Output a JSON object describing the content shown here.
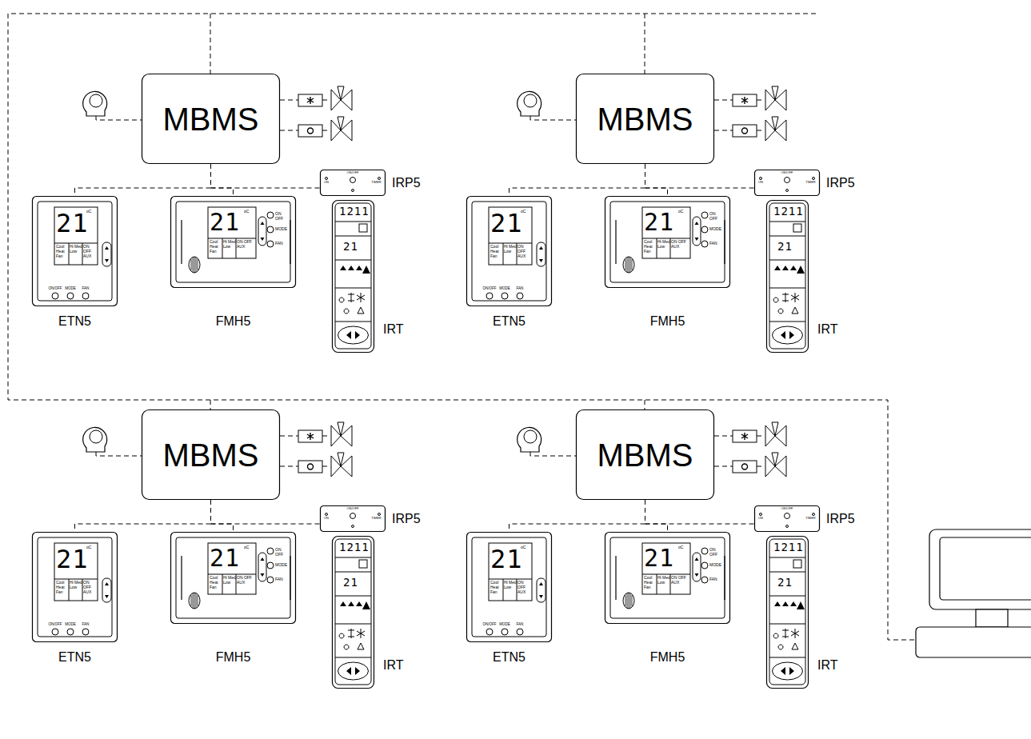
{
  "diagram": {
    "nodes": [
      {
        "text": [
          "MBMS"
        ]
      },
      {
        "text": [
          "ETN5",
          "21",
          "oC",
          "Cool Heat Fan",
          "Hi Med Low",
          "ON OFF AUX",
          "ON/OFF",
          "MODE",
          "FAN"
        ]
      },
      {
        "text": [
          "FMH5",
          "21",
          "oC",
          "Cool Heat Fan",
          "Hi Med Low",
          "ON OFF AUX",
          "ON OFF",
          "MODE",
          "FAN"
        ]
      },
      {
        "text": [
          "IRP5",
          "ON",
          "ON/OFF",
          "TIMER"
        ]
      },
      {
        "text": [
          "IRT",
          "1211",
          "21"
        ]
      },
      {
        "text": [
          "MBMS"
        ]
      },
      {
        "text": [
          "ETN5",
          "21",
          "oC",
          "Cool Heat Fan",
          "Hi Med Low",
          "ON OFF AUX",
          "ON/OFF",
          "MODE",
          "FAN"
        ]
      },
      {
        "text": [
          "FMH5",
          "21",
          "oC",
          "Cool Heat Fan",
          "Hi Med Low",
          "ON OFF AUX",
          "ON OFF",
          "MODE",
          "FAN"
        ]
      },
      {
        "text": [
          "IRP5",
          "ON",
          "ON/OFF",
          "TIMER"
        ]
      },
      {
        "text": [
          "IRT",
          "1211",
          "21"
        ]
      },
      {
        "text": [
          "MBMS"
        ]
      },
      {
        "text": [
          "ETN5",
          "21",
          "oC",
          "Cool Heat Fan",
          "Hi Med Low",
          "ON OFF AUX",
          "ON/OFF",
          "MODE",
          "FAN"
        ]
      },
      {
        "text": [
          "FMH5",
          "21",
          "oC",
          "Cool Heat Fan",
          "Hi Med Low",
          "ON OFF AUX",
          "ON OFF",
          "MODE",
          "FAN"
        ]
      },
      {
        "text": [
          "IRP5",
          "ON",
          "ON/OFF",
          "TIMER"
        ]
      },
      {
        "text": [
          "IRT",
          "1211",
          "21"
        ]
      },
      {
        "text": [
          "MBMS"
        ]
      },
      {
        "text": [
          "ETN5",
          "21",
          "oC",
          "Cool Heat Fan",
          "Hi Med Low",
          "ON OFF AUX",
          "ON/OFF",
          "MODE",
          "FAN"
        ]
      },
      {
        "text": [
          "FMH5",
          "21",
          "oC",
          "Cool Heat Fan",
          "Hi Med Low",
          "ON OFF AUX",
          "ON OFF",
          "MODE",
          "FAN"
        ]
      },
      {
        "text": [
          "IRP5",
          "ON",
          "ON/OFF",
          "TIMER"
        ]
      },
      {
        "text": [
          "IRT",
          "1211",
          "21"
        ]
      }
    ],
    "edges": [
      {
        "from": 0,
        "to": 1,
        "arrow": "none"
      },
      {
        "from": 0,
        "to": 2,
        "arrow": "none"
      },
      {
        "from": 0,
        "to": 3,
        "arrow": "none"
      },
      {
        "from": 5,
        "to": 6,
        "arrow": "none"
      },
      {
        "from": 5,
        "to": 7,
        "arrow": "none"
      },
      {
        "from": 5,
        "to": 8,
        "arrow": "none"
      },
      {
        "from": 10,
        "to": 11,
        "arrow": "none"
      },
      {
        "from": 10,
        "to": 12,
        "arrow": "none"
      },
      {
        "from": 10,
        "to": 13,
        "arrow": "none"
      },
      {
        "from": 15,
        "to": 16,
        "arrow": "none"
      },
      {
        "from": 15,
        "to": 17,
        "arrow": "none"
      },
      {
        "from": 15,
        "to": 18,
        "arrow": "none"
      }
    ]
  }
}
